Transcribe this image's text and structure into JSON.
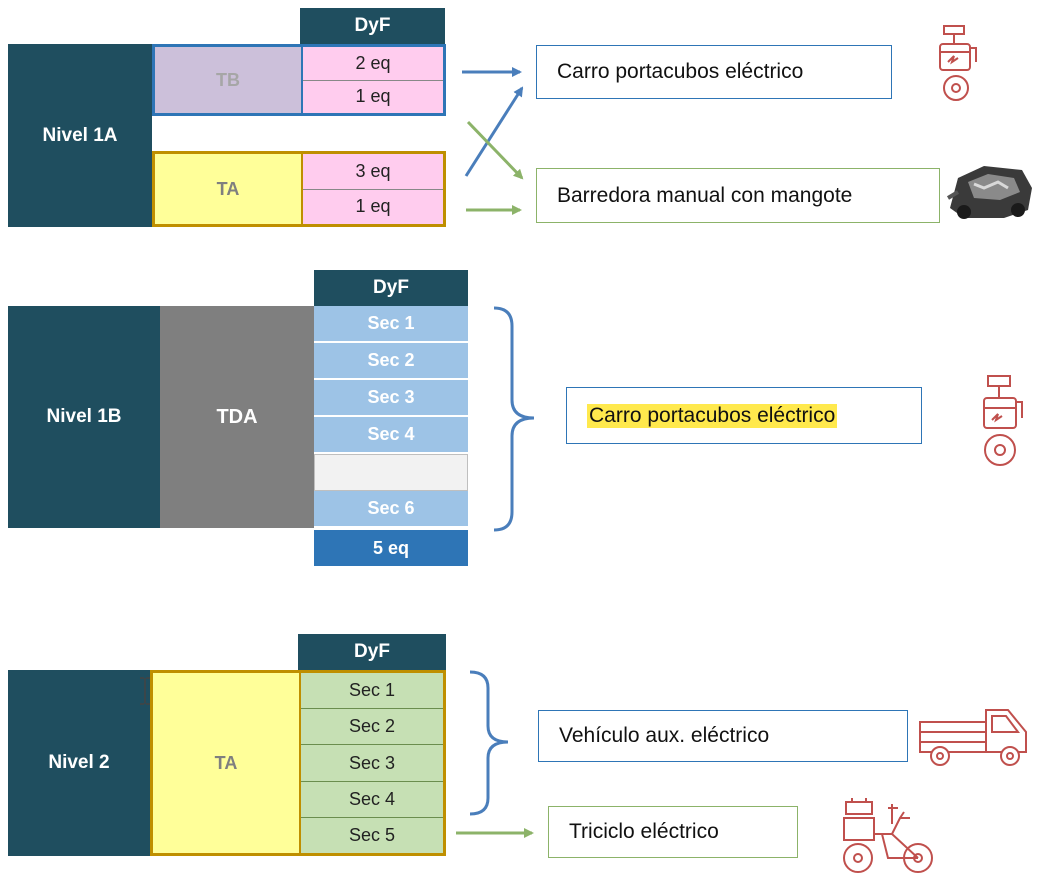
{
  "nivel1a": {
    "label": "Nivel 1A",
    "header": "DyF",
    "tb": {
      "label": "TB",
      "values": [
        "2 eq",
        "1 eq"
      ]
    },
    "ta": {
      "label": "TA",
      "values": [
        "3 eq",
        "1 eq"
      ]
    },
    "target_1": "Carro portacubos eléctrico",
    "target_2": "Barredora manual con mangote"
  },
  "nivel1b": {
    "label": "Nivel 1B",
    "middle": "TDA",
    "header": "DyF",
    "sections": [
      "Sec 1",
      "Sec 2",
      "Sec 3",
      "Sec 4",
      "",
      "Sec 6"
    ],
    "total": "5 eq",
    "target": "Carro portacubos eléctrico"
  },
  "nivel2": {
    "label": "Nivel 2",
    "middle": "TA",
    "header": "DyF",
    "sections": [
      "Sec 1",
      "Sec 2",
      "Sec 3",
      "Sec 4",
      "Sec 5"
    ],
    "target_1": "Vehículo aux. eléctrico",
    "target_2": "Triciclo eléctrico"
  },
  "colors": {
    "dark_teal": "#1f4e5f",
    "blue_border": "#2e75b6",
    "gold_border": "#bf8f00",
    "arrow_blue": "#4a7ebb",
    "arrow_green": "#8cb369",
    "icon_red": "#c0504d"
  },
  "icons": [
    "electric-bin-cart-icon",
    "manual-sweeper-image",
    "utility-truck-icon",
    "electric-tricycle-icon"
  ]
}
